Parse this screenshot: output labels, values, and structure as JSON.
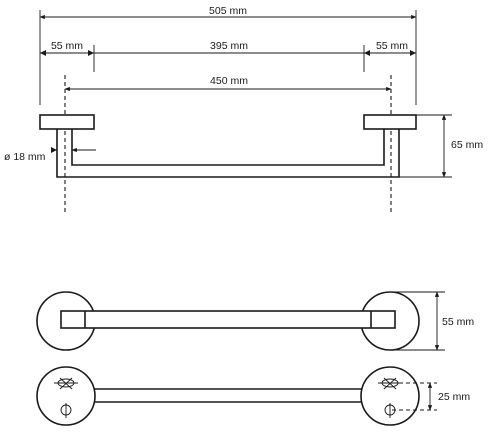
{
  "dimensions": {
    "overall_width": "505 mm",
    "left_offset": "55 mm",
    "center_span": "395 mm",
    "right_offset": "55 mm",
    "mount_spacing": "450 mm",
    "bar_diameter": "ø 18 mm",
    "projection": "65 mm",
    "plate_height": "55 mm",
    "bar_height": "25 mm"
  },
  "colors": {
    "line": "#1a1a1a",
    "background": "#ffffff"
  }
}
